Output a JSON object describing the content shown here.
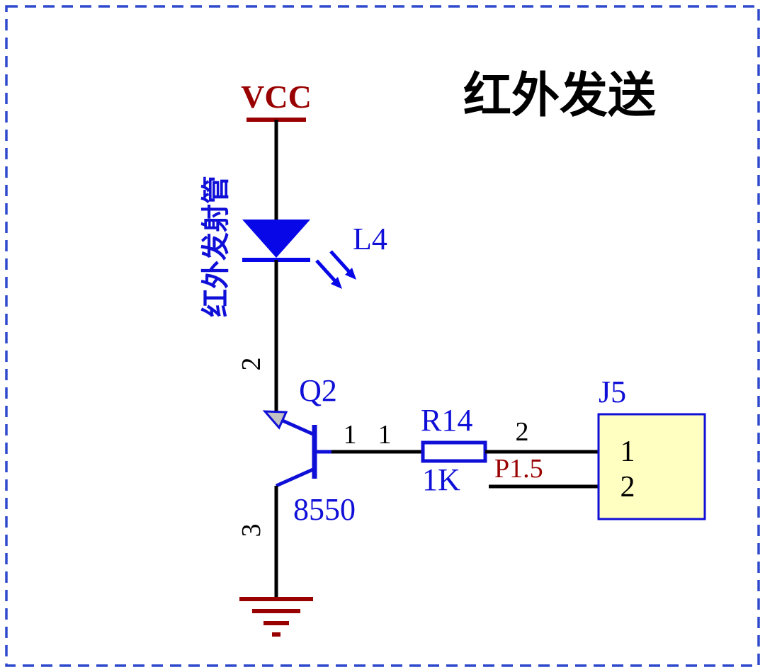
{
  "title": "红外发送",
  "power": {
    "vcc_label": "VCC"
  },
  "led": {
    "designator": "L4",
    "vertical_label": "红外发射管"
  },
  "transistor": {
    "designator": "Q2",
    "part_number": "8550",
    "pin_base": "1",
    "pin_emitter": "2",
    "pin_collector": "3"
  },
  "resistor": {
    "designator": "R14",
    "value": "1K",
    "pin1": "1",
    "pin2": "2"
  },
  "net": {
    "p15_label": "P1.5"
  },
  "connector": {
    "designator": "J5",
    "pin1": "1",
    "pin2": "2"
  },
  "colors": {
    "wire_black": "#000000",
    "symbol_blue": "#0f0fd8",
    "led_blue": "#0707e8",
    "power_dark_red": "#990000",
    "connector_fill_yellow": "#ffffc2",
    "border_dashed_blue": "#2f49cc"
  }
}
